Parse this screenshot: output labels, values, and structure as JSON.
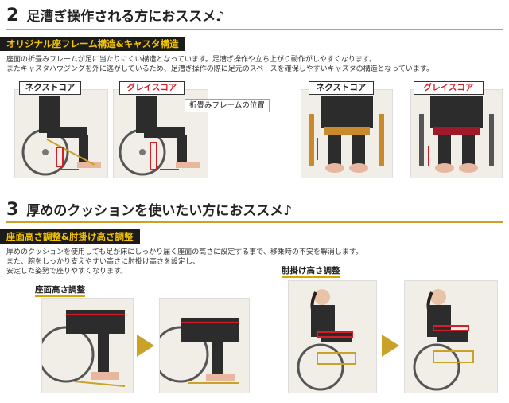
{
  "section1": {
    "number": "2",
    "title": "足漕ぎ操作される方におススメ♪",
    "band": "オリジナル座フレーム構造&キャスタ構造",
    "desc_line1": "座面の折畳みフレームが足に当たりにくい構造となっています。足漕ぎ操作や立ち上がり動作がしやすくなります。",
    "desc_line2": "またキャスタハウジングを外に逃がしているため、足漕ぎ操作の際に足元のスペースを確保しやすいキャスタの構造となっています。",
    "labels": {
      "nextcore_1": "ネクストコア",
      "gracecore_1": "グレイスコア",
      "nextcore_2": "ネクストコア",
      "gracecore_2": "グレイスコア"
    },
    "callout": "折畳みフレームの位置"
  },
  "section2": {
    "number": "3",
    "title": "厚めのクッションを使いたい方におススメ♪",
    "band": "座面高さ調整&肘掛け高さ調整",
    "desc_line1": "厚めのクッションを使用しても足が床にしっかり届く座面の高さに設定する事で、移乗時の不安を解消します。",
    "desc_line2": "また、腕をしっかり支えやすい高さに肘掛け高さを設定し、",
    "desc_line3": "安定した姿勢で座りやすくなります。",
    "seat_label": "座面高さ調整",
    "arm_label": "肘掛け高さ調整"
  },
  "colors": {
    "accent_gold": "#c9a227",
    "band_bg": "#1b1b1b",
    "band_text": "#f5c400",
    "label_red": "#d21f2a"
  }
}
